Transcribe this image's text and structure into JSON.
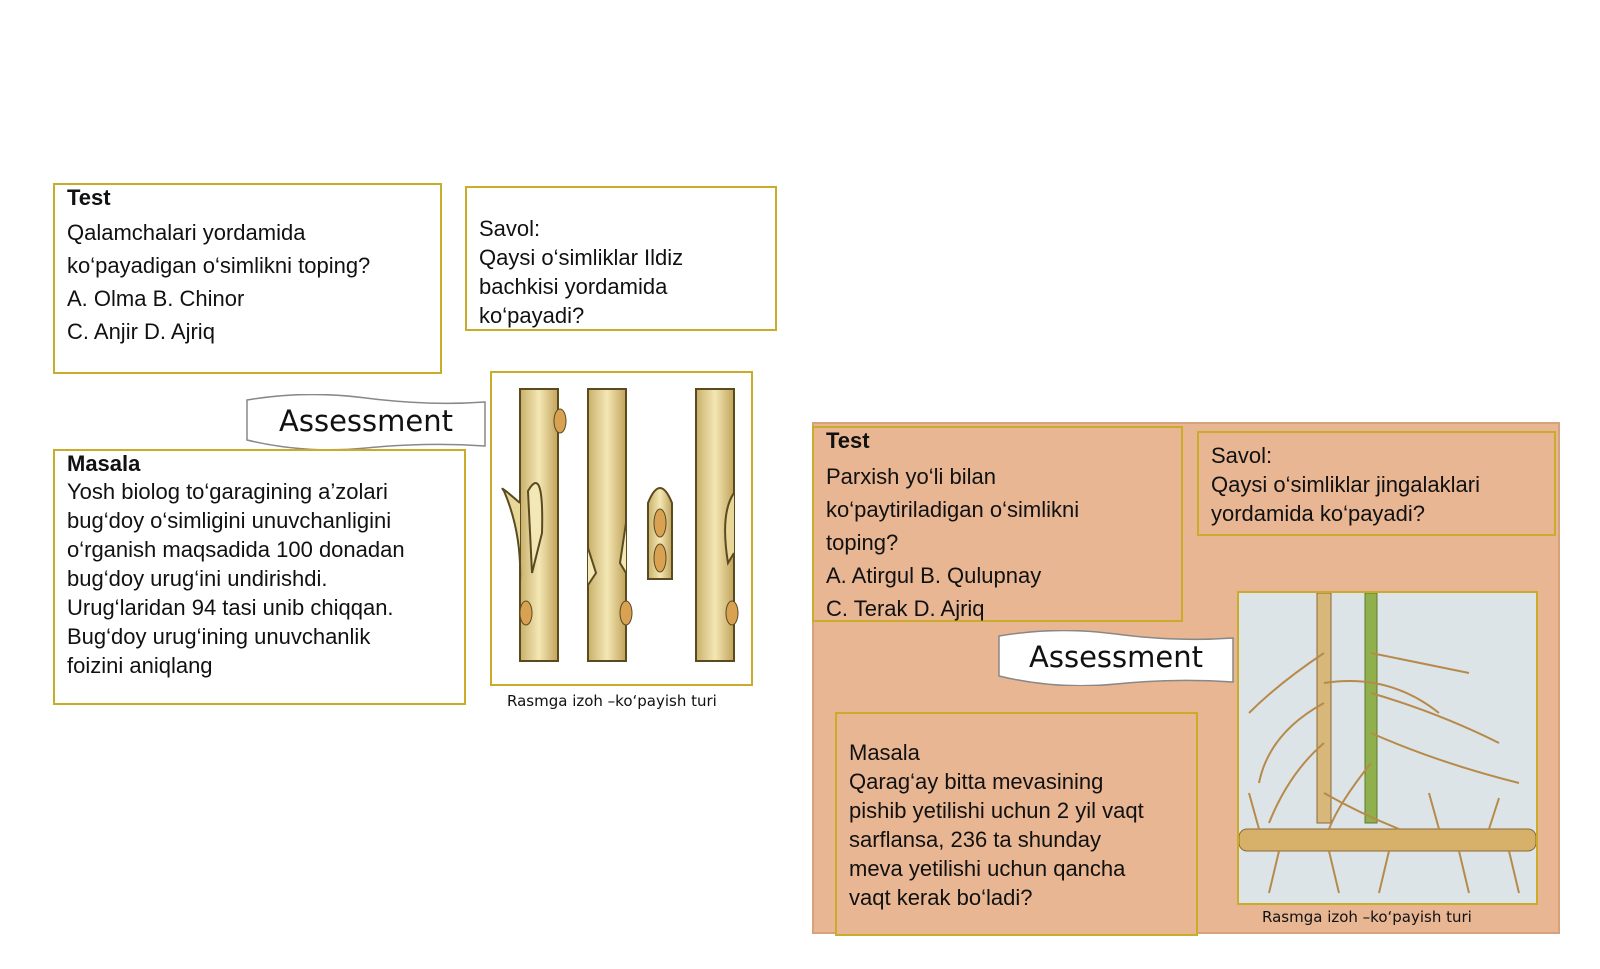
{
  "left": {
    "test": {
      "heading": "Test",
      "lines": [
        "Qalamchalari yordamida",
        "ko‘payadigan o‘simlikni toping?",
        "A. Olma   B. Chinor",
        "C. Anjir    D. Ajriq"
      ]
    },
    "savol": {
      "lines": [
        "Savol:",
        "Qaysi o‘simliklar Ildiz",
        "bachkisi yordamida",
        "ko‘payadi?"
      ]
    },
    "banner": "Assessment",
    "masala": {
      "heading": "Masala",
      "lines": [
        "Yosh biolog to‘garagining  a’zolari",
        "bug‘doy o‘simligini unuvchanligini",
        "o‘rganish maqsadida 100 donadan",
        "bug‘doy urug‘ini undirishdi.",
        "Urug‘laridan 94 tasi unib chiqqan.",
        "Bug‘doy urug‘ining unuvchanlik",
        "foizini  aniqlang"
      ]
    },
    "caption": "Rasmga izoh –ko‘payish turi"
  },
  "right": {
    "test": {
      "heading": "Test",
      "lines": [
        "Parxish yo‘li bilan",
        "ko‘paytiriladigan o‘simlikni",
        "toping?",
        "A. Atirgul   B. Qulupnay",
        "C. Terak   D. Ajriq"
      ]
    },
    "savol": {
      "lines": [
        "Savol:",
        "Qaysi o‘simliklar jingalaklari",
        "yordamida ko‘payadi?"
      ]
    },
    "banner": "Assessment",
    "masala": {
      "lines": [
        "Masala",
        "Qarag‘ay  bitta mevasining",
        "pishib yetilishi uchun 2 yil vaqt",
        "sarflansa, 236 ta shunday",
        "meva yetilishi uchun qancha",
        "vaqt kerak bo‘ladi?"
      ]
    },
    "caption": "Rasmga izoh –ko‘payish turi"
  },
  "colors": {
    "border": "#c9ac2a",
    "panel": "#e8b692"
  }
}
